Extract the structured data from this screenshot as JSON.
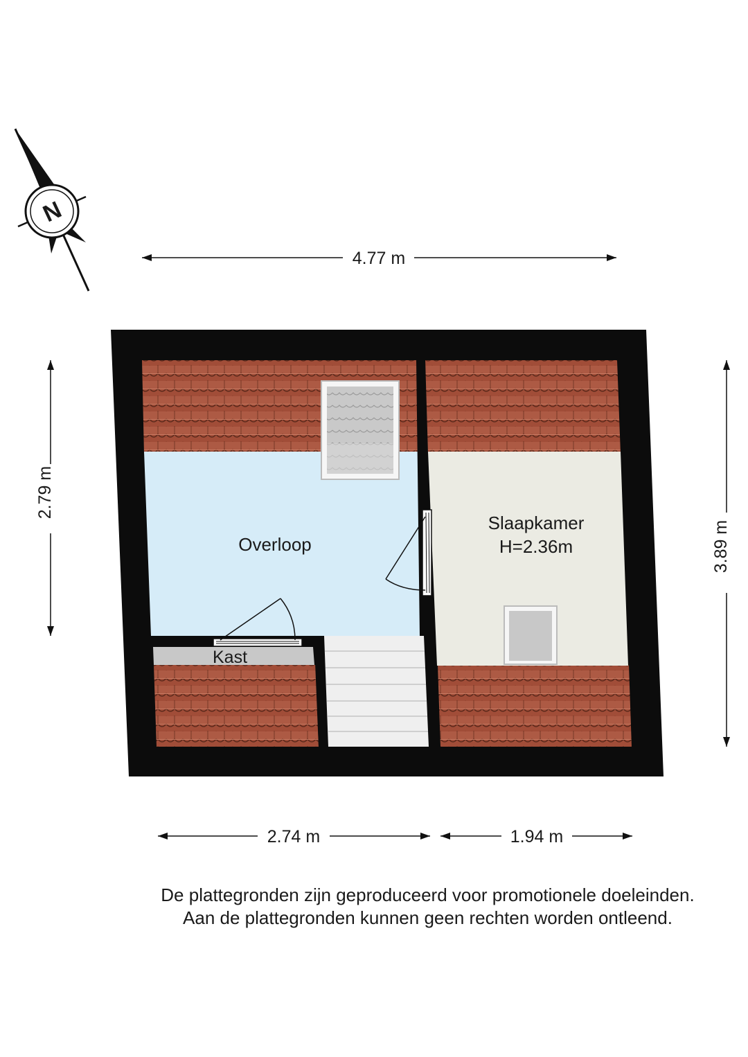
{
  "compass": {
    "letter": "N"
  },
  "dimensions": {
    "top_width": "4.77 m",
    "left_height": "2.79 m",
    "right_height": "3.89 m",
    "bottom_left": "2.74 m",
    "bottom_right": "1.94 m"
  },
  "rooms": {
    "overloop": "Overloop",
    "slaapkamer": "Slaapkamer",
    "slaapkamer_height": "H=2.36m",
    "kast": "Kast"
  },
  "disclaimer": {
    "line1": "De plattegronden zijn geproduceerd voor promotionele doeleinden.",
    "line2": "Aan de plattegronden kunnen geen rechten worden ontleend."
  },
  "colors": {
    "wall": "#0c0c0c",
    "roof_tile": "#a5513d",
    "overloop_floor": "#d6ecf8",
    "slaapkamer_floor": "#ebebe3",
    "kast_floor": "#c8c8c8",
    "stairs": "#eeeeee"
  }
}
